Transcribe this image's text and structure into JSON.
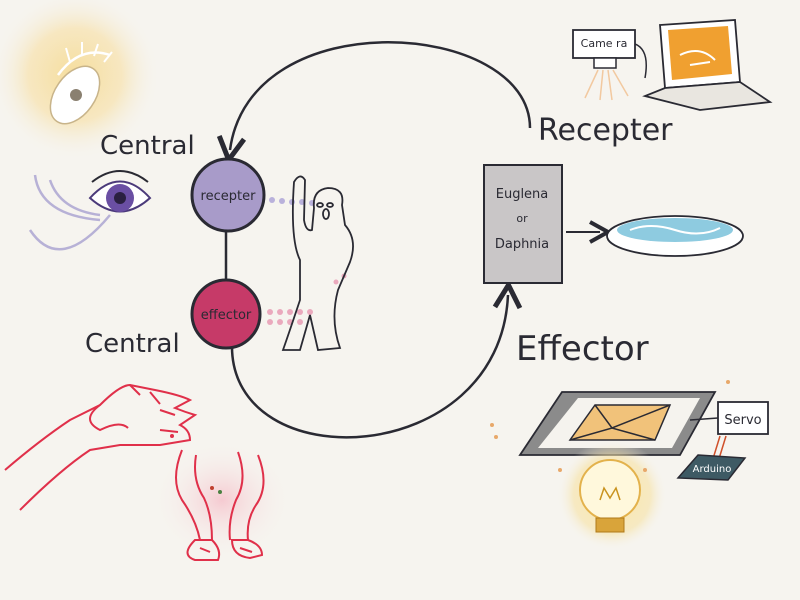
{
  "labels": {
    "central_top": "Central",
    "central_bottom": "Central",
    "receptor_node": "recepter",
    "effector_node": "effector",
    "recepter": "Recepter",
    "effector": "Effector",
    "camera": "Came ra",
    "organism_1": "Euglena",
    "organism_or": "or",
    "organism_2": "Daphnia",
    "servo": "Servo",
    "arduino": "Arduino"
  },
  "colors": {
    "background": "#f6f4ef",
    "ink": "#2a2a33",
    "receptor_node": "#a89bc9",
    "effector_node": "#c63a68",
    "sun_glow": "#f4d38a",
    "hand_red": "#e0304a",
    "bulb": "#f3d27a",
    "envelope": "#f1c27a",
    "dish_water": "#8ecbe0"
  },
  "icons": [
    "sun-icon",
    "eye-icon",
    "person-icon",
    "hand-icon",
    "legs-icon",
    "camera-icon",
    "laptop-icon",
    "petri-dish-icon",
    "envelope-icon",
    "bulb-icon",
    "servo-icon",
    "arduino-icon"
  ]
}
